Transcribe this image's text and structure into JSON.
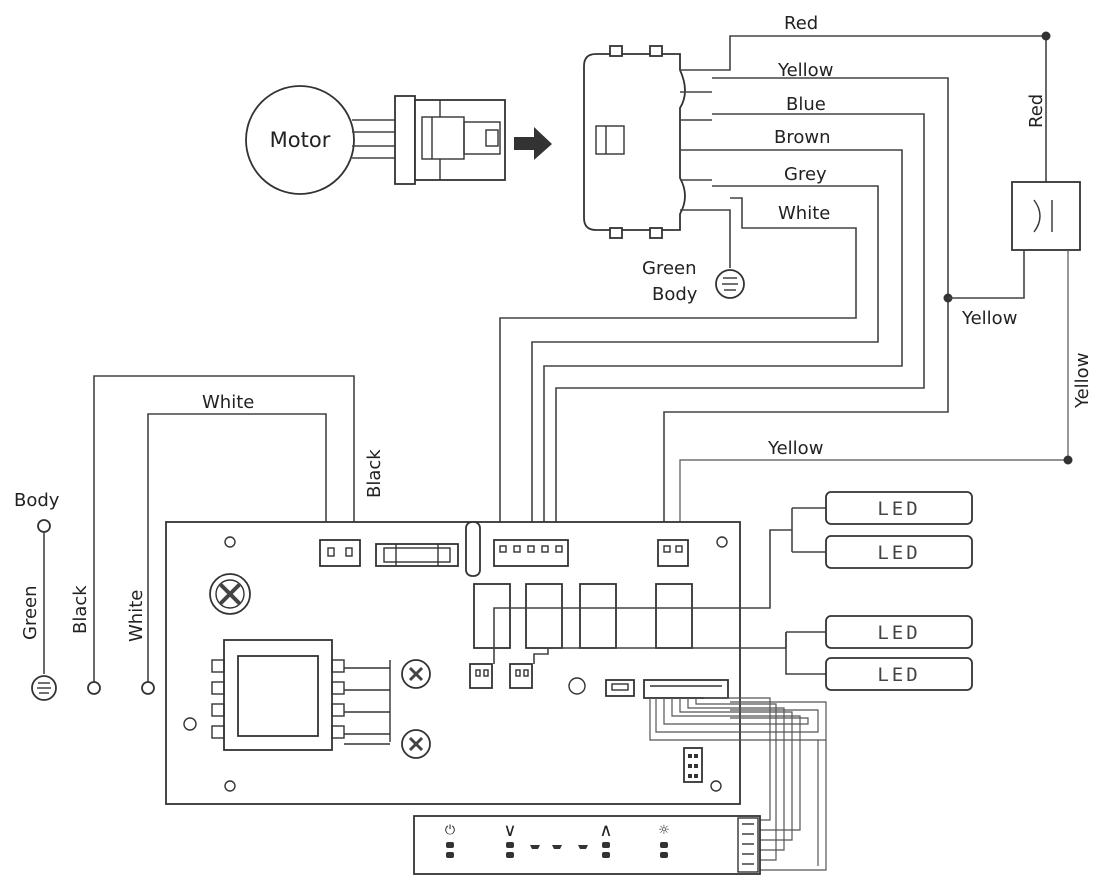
{
  "motor": {
    "label": "Motor"
  },
  "wires": {
    "red_top": "Red",
    "yellow_top": "Yellow",
    "blue": "Blue",
    "brown": "Brown",
    "grey": "Grey",
    "white_top": "White",
    "red_side": "Red",
    "yellow_right": "Yellow",
    "yellow_vertical": "Yellow",
    "yellow_board": "Yellow",
    "white_board": "White",
    "black_board": "Black",
    "green_left": "Green",
    "black_left": "Black",
    "white_left": "White"
  },
  "ground": {
    "green": "Green",
    "body": "Body"
  },
  "left_body_label": "Body",
  "leds": [
    "LED",
    "LED",
    "LED",
    "LED"
  ],
  "control_panel": {
    "symbols": [
      "⏻",
      "∨",
      "∧",
      "☼"
    ]
  }
}
